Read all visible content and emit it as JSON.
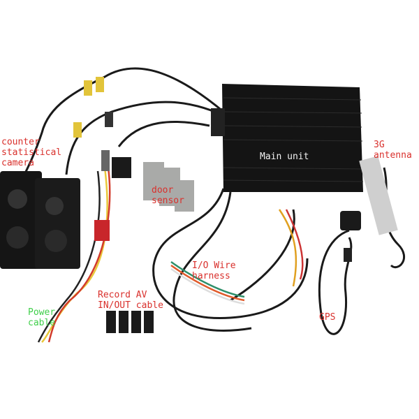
{
  "labels": {
    "counter_camera": [
      "counter",
      "statistical",
      "camera"
    ],
    "main_unit": "Main unit",
    "antenna": [
      "3G",
      "antenna"
    ],
    "door_sensor": [
      "door",
      "sensor"
    ],
    "io_harness": [
      "I/O Wire",
      "harness"
    ],
    "av_cable": [
      "Record AV",
      "IN/OUT cable"
    ],
    "power_cable": [
      "Power",
      "cable"
    ],
    "gps": "GPS"
  },
  "colors": {
    "label_red": "#d9302c",
    "label_green": "#3fcf4a",
    "device_black": "#141414",
    "sensor_gray": "#a9aaa8"
  }
}
